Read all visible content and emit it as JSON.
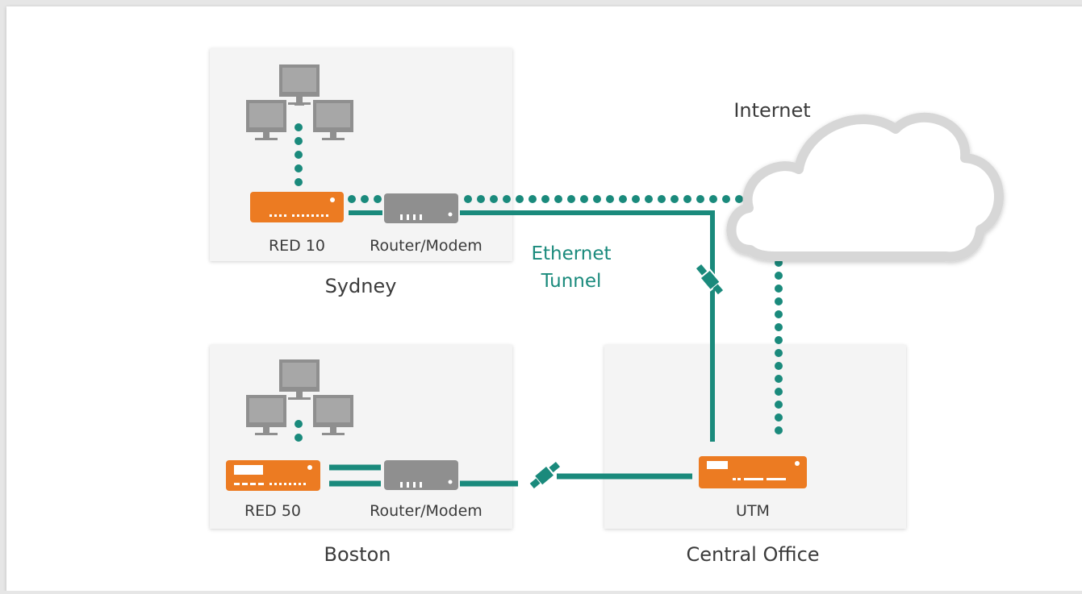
{
  "sites": {
    "sydney": {
      "name": "Sydney",
      "red_label": "RED 10",
      "router_label": "Router/Modem"
    },
    "boston": {
      "name": "Boston",
      "red_label": "RED 50",
      "router_label": "Router/Modem"
    },
    "central": {
      "name": "Central Office",
      "utm_label": "UTM"
    }
  },
  "internet_label": "Internet",
  "tunnel_label": {
    "line1": "Ethernet",
    "line2": "Tunnel"
  },
  "colors": {
    "teal": "#1a8a7c",
    "orange": "#ec7b22",
    "device_gray": "#8f8f8f",
    "box_bg": "#f4f4f4",
    "page_bg": "#ffffff",
    "text": "#3b3b3b"
  }
}
